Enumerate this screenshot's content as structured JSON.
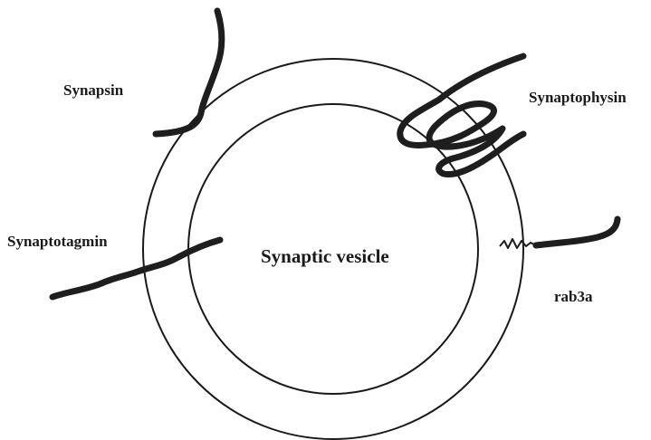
{
  "diagram": {
    "center_label": "Synaptic vesicle",
    "proteins": {
      "synapsin": "Synapsin",
      "synaptophysin": "Synaptophysin",
      "synaptotagmin": "Synaptotagmin",
      "rab3a": "rab3a"
    }
  },
  "colors": {
    "line": "#1e1e1e",
    "background": "#ffffff"
  }
}
